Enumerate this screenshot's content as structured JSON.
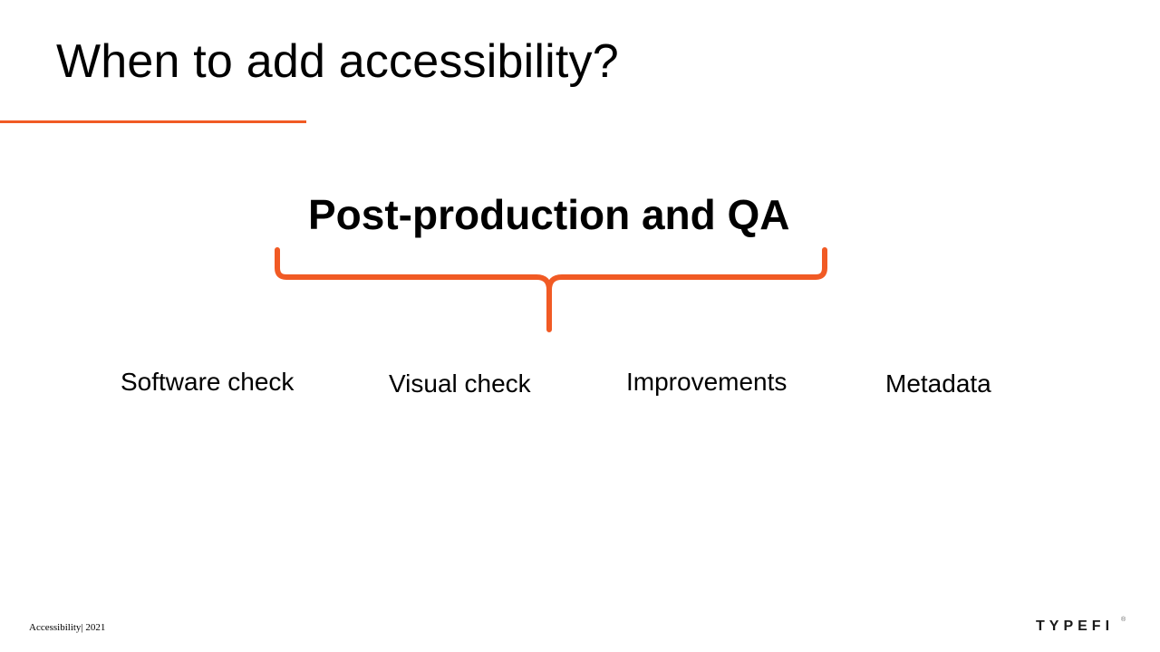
{
  "slide": {
    "title": "When to add accessibility?",
    "subtitle": "Post-production and QA",
    "items": [
      {
        "label": "Software check"
      },
      {
        "label": "Visual check"
      },
      {
        "label": "Improvements"
      },
      {
        "label": "Metadata"
      }
    ],
    "footer": "Accessibility| 2021",
    "logo": "TYPEFI",
    "logo_mark": "®"
  },
  "colors": {
    "accent": "#f15a24",
    "text": "#000000",
    "background": "#ffffff"
  }
}
